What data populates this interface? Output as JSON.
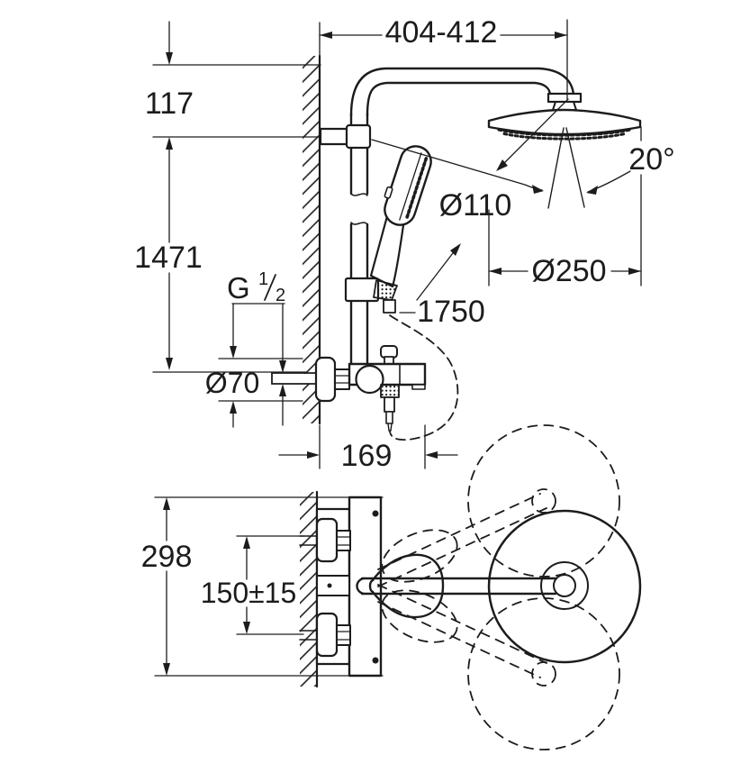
{
  "colors": {
    "line": "#1c1c1c",
    "background": "#ffffff"
  },
  "labels": {
    "arm_reach": "404-412",
    "top_offset": "117",
    "riser_height": "1471",
    "hand_shower_diameter": "Ø110",
    "spray_angle": "20°",
    "head_diameter": "Ø250",
    "hose_length": "1750",
    "thread_prefix": "G",
    "thread_numerator": "1",
    "thread_denominator": "2",
    "escutcheon_diameter": "Ø70",
    "projection": "169",
    "overall_width": "298",
    "connection_spacing": "150±15"
  }
}
